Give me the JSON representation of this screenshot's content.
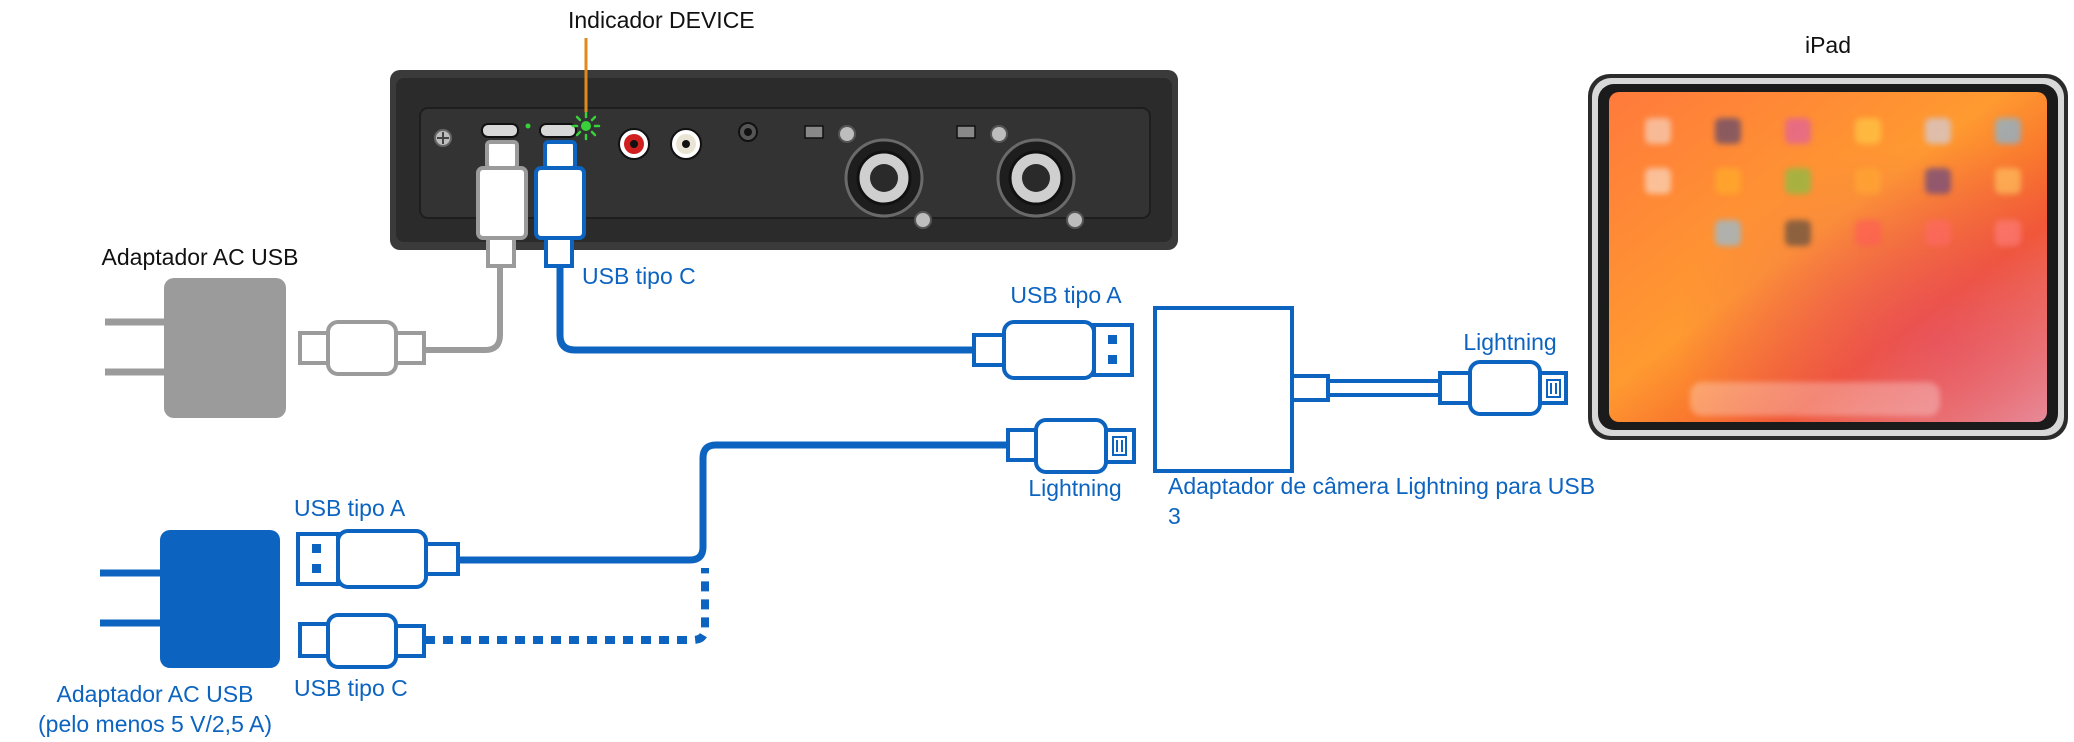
{
  "colors": {
    "blue": "#0c64c0",
    "black_text": "#111111",
    "gray_cable": "#9b9b9b",
    "device_body": "#2f2f2f",
    "device_led": "#39d13a",
    "indicator_line": "#e08a1e"
  },
  "labels": {
    "device_indicator": "Indicador DEVICE",
    "ipad": "iPad",
    "ac_adapter_top": "Adaptador AC USB",
    "usb_type_c_device": "USB tipo C",
    "usb_type_a_adapter": "USB tipo A",
    "lightning_ipad": "Lightning",
    "lightning_adapter": "Lightning",
    "camera_adapter_line1": "Adaptador de câmera Lightning para USB",
    "camera_adapter_line2": "3",
    "usb_type_a_bottom": "USB tipo A",
    "usb_type_c_bottom": "USB tipo C",
    "ac_adapter_bottom_line1": "Adaptador AC USB",
    "ac_adapter_bottom_line2": "(pelo menos 5 V/2,5 A)"
  },
  "icons": [
    "ac-adapter-icon",
    "usb-c-plug-icon",
    "usb-a-plug-icon",
    "lightning-plug-icon",
    "ipad-icon",
    "audio-interface-device-icon"
  ]
}
